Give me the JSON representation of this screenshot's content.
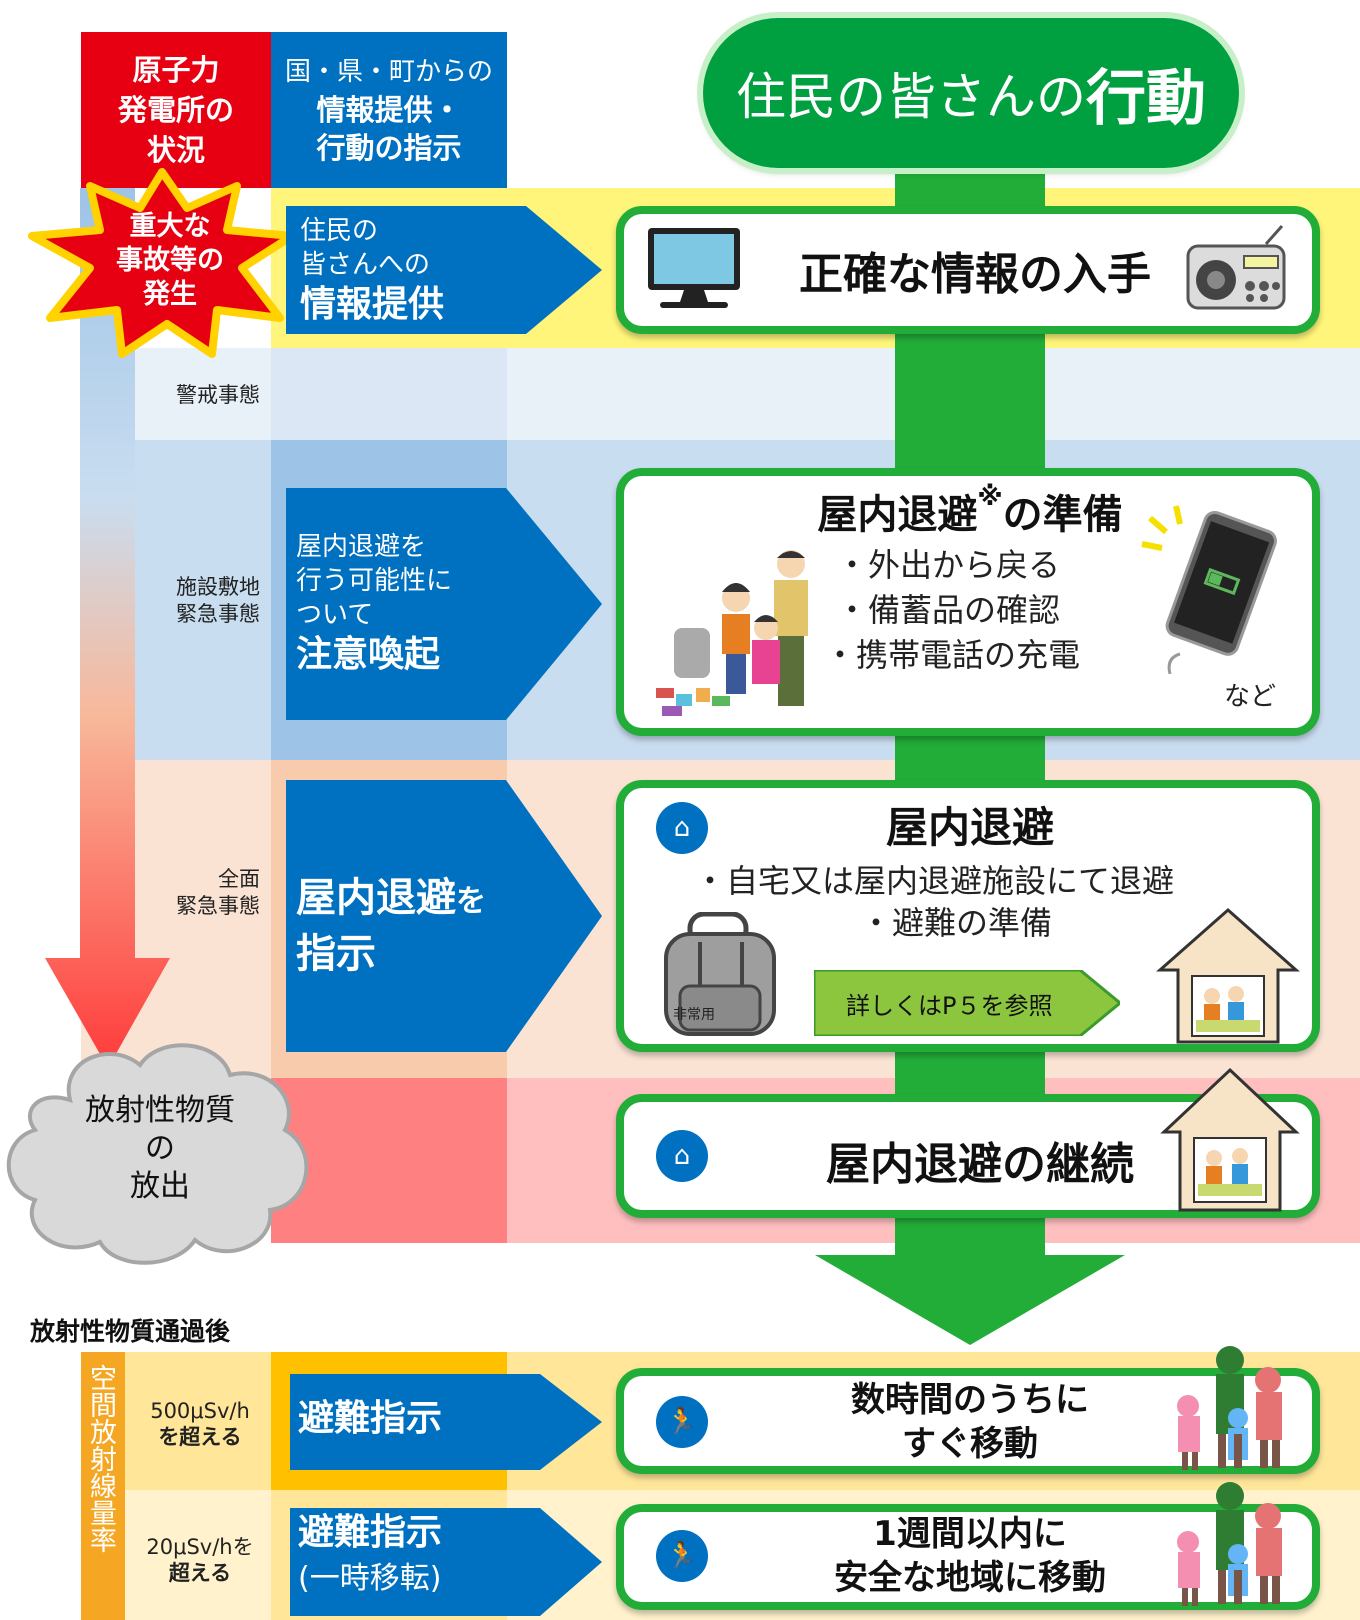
{
  "header": {
    "nuclear_status": [
      "原子力",
      "発電所の",
      "状況"
    ],
    "gov_line1": "国・県・町からの",
    "gov_line2": "情報提供・",
    "gov_line3": "行動の指示",
    "title_prefix": "住民の皆さんの",
    "title_main": "行動"
  },
  "accident_burst": [
    "重大な",
    "事故等の",
    "発生"
  ],
  "levels": {
    "alert": "警戒事態",
    "site_emergency": [
      "施設敷地",
      "緊急事態"
    ],
    "general_emergency": [
      "全面",
      "緊急事態"
    ]
  },
  "release_cloud": [
    "放射性物質",
    "の",
    "放出"
  ],
  "instructions": {
    "info": {
      "line1": "住民の",
      "line2": "皆さんへの",
      "big": "情報提供"
    },
    "caution": {
      "line1": "屋内退避を",
      "line2": "行う可能性に",
      "line3": "ついて",
      "big": "注意喚起"
    },
    "shelter_main": "屋内退避",
    "shelter_suffix": "を",
    "shelter_line2": "指示"
  },
  "actions": {
    "info_card": {
      "title": "正確な情報の入手"
    },
    "prep_card": {
      "title": "屋内退避",
      "title_mark": "※",
      "title_suffix": "の準備",
      "bullets": [
        "・外出から戻る",
        "・備蓄品の確認",
        "・携帯電話の充電"
      ],
      "etc": "など"
    },
    "shelter_card": {
      "title": "屋内退避",
      "bullets": [
        "・自宅又は屋内退避施設にて退避",
        "・避難の準備"
      ],
      "bag_label": "非常用",
      "ref_button": "詳しくはP５を参照"
    },
    "continue_card": {
      "title": "屋内退避の継続"
    }
  },
  "after_pass": {
    "label": "放射性物質通過後",
    "rate_label": "空間放射線量率",
    "rows": [
      {
        "threshold_line1": "500μSv/h",
        "threshold_line2": "を超える",
        "instruction": "避難指示",
        "instruction_sub": "",
        "action_line1": "数時間のうちに",
        "action_line2": "すぐ移動"
      },
      {
        "threshold_line1": "20μSv/hを",
        "threshold_line2": "超える",
        "instruction": "避難指示",
        "instruction_sub": "(一時移転)",
        "action_line1": "1週間以内に",
        "action_line2": "安全な地域に移動"
      }
    ]
  },
  "colors": {
    "red": "#e60012",
    "blue": "#0070c0",
    "green": "#22ad38",
    "yellow_band": "#fff57a",
    "light_blue_band": "#c9ddf0",
    "peach_band": "#fbe3d4",
    "pink_band": "#ff8080",
    "orange": "#f5a623"
  }
}
